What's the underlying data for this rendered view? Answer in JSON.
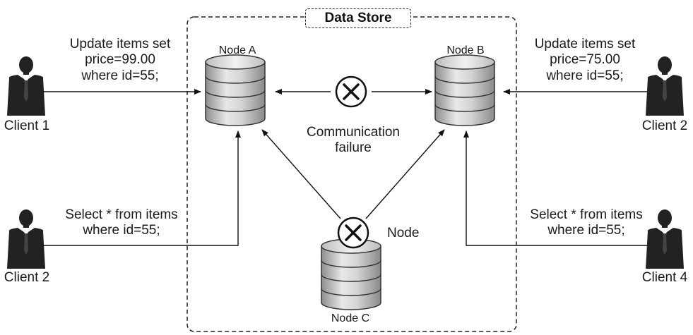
{
  "store": {
    "title": "Data Store"
  },
  "nodes": {
    "a": {
      "label": "Node A"
    },
    "b": {
      "label": "Node B"
    },
    "c": {
      "label": "Node C"
    }
  },
  "annotations": {
    "comm_failure": "Communication\nfailure",
    "node_failure": "Node"
  },
  "clients": {
    "top_left": {
      "label": "Client 1",
      "query": "Update items set\nprice=99.00\nwhere id=55;"
    },
    "top_right": {
      "label": "Client 2",
      "query": "Update items set\nprice=75.00\nwhere id=55;"
    },
    "bottom_left": {
      "label": "Client 2",
      "query": "Select * from items\nwhere id=55;"
    },
    "bottom_right": {
      "label": "Client 4",
      "query": "Select * from items\nwhere id=55;"
    }
  },
  "colors": {
    "line": "#111111",
    "silhouette": "#222222",
    "db_fill_light": "#e6e6e6",
    "db_fill_dark": "#9a9a9a"
  }
}
